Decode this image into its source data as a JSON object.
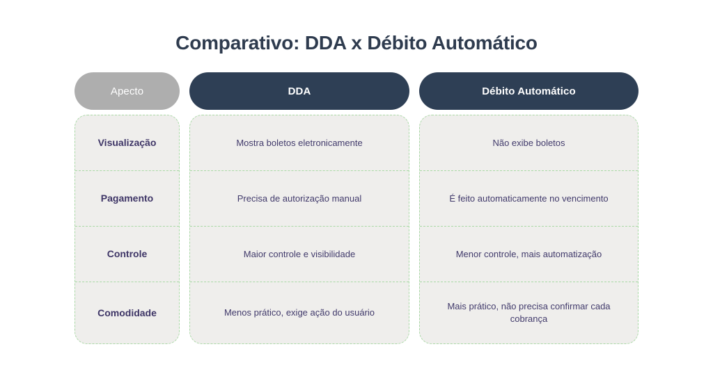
{
  "page": {
    "title": "Comparativo: DDA x Débito Automático",
    "background_color": "#ffffff"
  },
  "colors": {
    "title_text": "#2e3b4e",
    "header_aspect_bg": "#aeaeae",
    "header_dark_bg": "#2e3f55",
    "header_text": "#ffffff",
    "cell_bg": "#efeeec",
    "cell_border": "#a9d9a5",
    "cell_text": "#413a6b",
    "label_text": "#3e3566"
  },
  "table": {
    "headers": [
      {
        "label": "Apecto",
        "style": "muted"
      },
      {
        "label": "DDA",
        "style": "dark"
      },
      {
        "label": "Débito Automático",
        "style": "dark"
      }
    ],
    "rows": [
      {
        "aspect": "Visualização",
        "dda": "Mostra boletos eletronicamente",
        "debito_automatico": "Não exibe boletos"
      },
      {
        "aspect": "Pagamento",
        "dda": "Precisa de autorização manual",
        "debito_automatico": "É feito automaticamente no vencimento"
      },
      {
        "aspect": "Controle",
        "dda": "Maior controle e visibilidade",
        "debito_automatico": "Menor controle, mais automatização"
      },
      {
        "aspect": "Comodidade",
        "dda": "Menos prático, exige ação do usuário",
        "debito_automatico": "Mais prático, não precisa confirmar cada cobrança"
      }
    ]
  }
}
